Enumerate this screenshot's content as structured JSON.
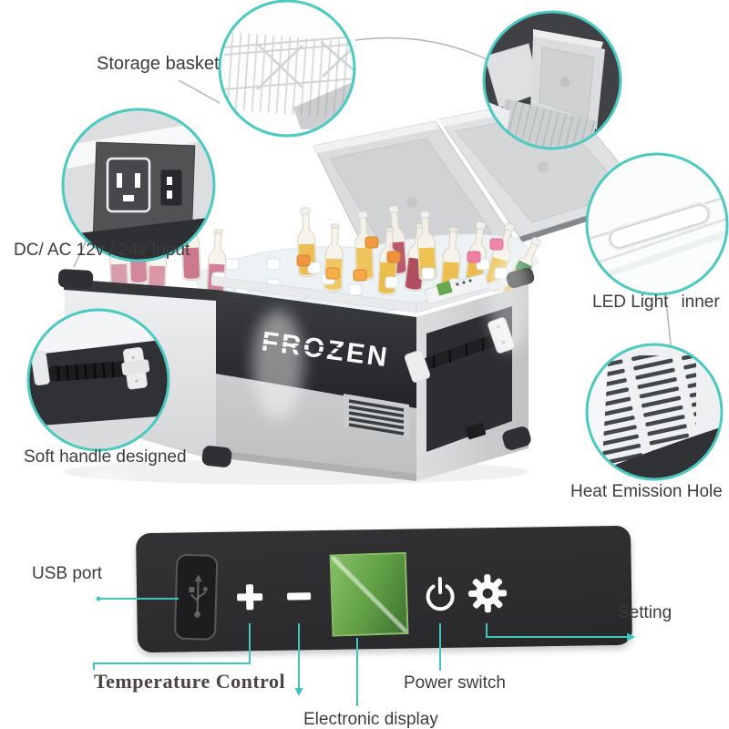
{
  "brand": "FROZEN",
  "colors": {
    "accent_ring": "#4cc9c2",
    "callout_line": "#3fc4be",
    "connector_line": "#b3b3b3",
    "panel": "#2c2d2f",
    "display_green_light": "#87c164",
    "display_green_dark": "#3d7230",
    "label_text": "#3c3c3e"
  },
  "callouts": {
    "storage_basket": "Storage basket",
    "dc_ac_input": "DC/ AC 12v / 24v Input",
    "soft_handle": "Soft handle designed",
    "led_light": "LED Light",
    "led_light_suffix": "inner",
    "heat_emission": "Heat Emission Hole",
    "usb_port": "USB port",
    "setting": "Setting",
    "temperature_control": "Temperature Control",
    "electronic_display": "Electronic display",
    "power_switch": "Power switch"
  },
  "control_panel": {
    "usb_icon": "usb-icon",
    "increase_icon": "plus-icon",
    "decrease_icon": "minus-icon",
    "display": "electronic-display-screen",
    "power_icon": "power-icon",
    "settings_icon": "gear-icon"
  }
}
